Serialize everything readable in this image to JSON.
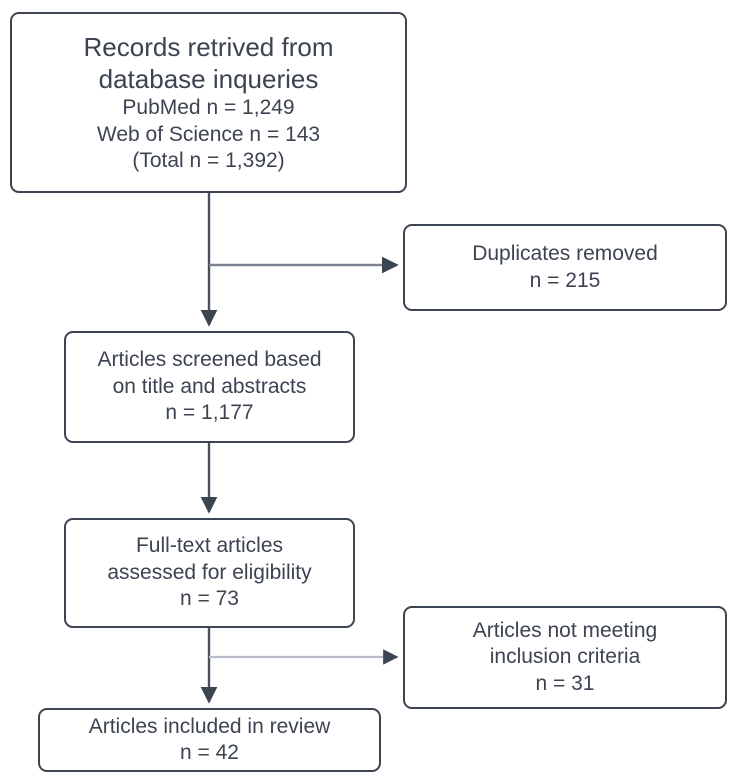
{
  "diagram": {
    "type": "prisma-flow-diagram",
    "title": "",
    "colors": {
      "node_border": "#3d4451",
      "node_fill": "#ffffff",
      "text": "#3d4451",
      "connector_primary": "#4a515e",
      "connector_branch_upper": "#7c8291",
      "connector_branch_lower": "#b8bcc4",
      "arrowhead": "#3d4451"
    },
    "nodes": {
      "records": {
        "name": "Records retrived from database inqueries",
        "lines": [
          "Records retrived from",
          "database inqueries",
          "PubMed n = 1,249",
          "Web of Science n = 143",
          "(Total n = 1,392)"
        ],
        "counts": {
          "pubmed": 1249,
          "web_of_science": 143,
          "total": 1392
        }
      },
      "duplicates": {
        "name": "Duplicates removed",
        "lines": [
          "Duplicates removed",
          "n = 215"
        ],
        "counts": {
          "n": 215
        }
      },
      "screened": {
        "name": "Articles screened based on title and abstracts",
        "lines": [
          "Articles screened based",
          "on title and abstracts",
          "n = 1,177"
        ],
        "counts": {
          "n": 1177
        }
      },
      "fulltext": {
        "name": "Full-text articles assessed for eligibility",
        "lines": [
          "Full-text articles",
          "assessed for eligibility",
          "n = 73"
        ],
        "counts": {
          "n": 73
        }
      },
      "not_meeting": {
        "name": "Articles not meeting inclusion criteria",
        "lines": [
          "Articles not meeting",
          "inclusion criteria",
          "n = 31"
        ],
        "counts": {
          "n": 31
        }
      },
      "included": {
        "name": "Articles included in review",
        "lines": [
          "Articles included in review",
          "n = 42"
        ],
        "counts": {
          "n": 42
        }
      }
    },
    "edges": [
      {
        "from": "records",
        "to": "screened",
        "kind": "vertical-arrow"
      },
      {
        "from": "records",
        "to": "duplicates",
        "kind": "branch-right-arrow"
      },
      {
        "from": "screened",
        "to": "fulltext",
        "kind": "vertical-arrow"
      },
      {
        "from": "fulltext",
        "to": "included",
        "kind": "vertical-arrow"
      },
      {
        "from": "fulltext",
        "to": "not_meeting",
        "kind": "branch-right-arrow"
      }
    ]
  }
}
